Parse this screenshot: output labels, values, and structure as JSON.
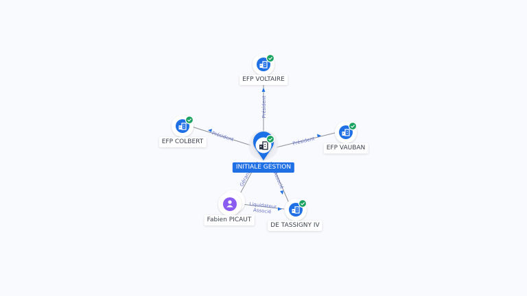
{
  "colors": {
    "accent": "#1f6fe5",
    "check": "#1aa260",
    "edge": "#8b8f99",
    "edge_label": "#6a76c8",
    "person": "#8a5cf0"
  },
  "nodes": {
    "main": {
      "label": "INITIALE GESTION",
      "icon": "company-icon",
      "status": "verified"
    },
    "voltaire": {
      "label": "EFP VOLTAIRE",
      "icon": "company-icon",
      "status": "verified"
    },
    "colbert": {
      "label": "EFP COLBERT",
      "icon": "company-icon",
      "status": "verified"
    },
    "vauban": {
      "label": "EFP VAUBAN",
      "icon": "company-icon",
      "status": "verified"
    },
    "tassigny": {
      "label": "DE TASSIGNY IV",
      "icon": "company-icon",
      "status": "verified"
    },
    "picaut": {
      "label": "Fabien PICAUT",
      "icon": "person-icon"
    }
  },
  "edges": {
    "voltaire": {
      "label": "Président"
    },
    "colbert": {
      "label": "Président"
    },
    "vauban": {
      "label": "Président"
    },
    "tassigny": {
      "label": "Associé"
    },
    "picaut": {
      "label": "Gérant"
    },
    "picaut_tassigny_1": {
      "label": "Liquidateur"
    },
    "picaut_tassigny_2": {
      "label": "Associé"
    }
  }
}
